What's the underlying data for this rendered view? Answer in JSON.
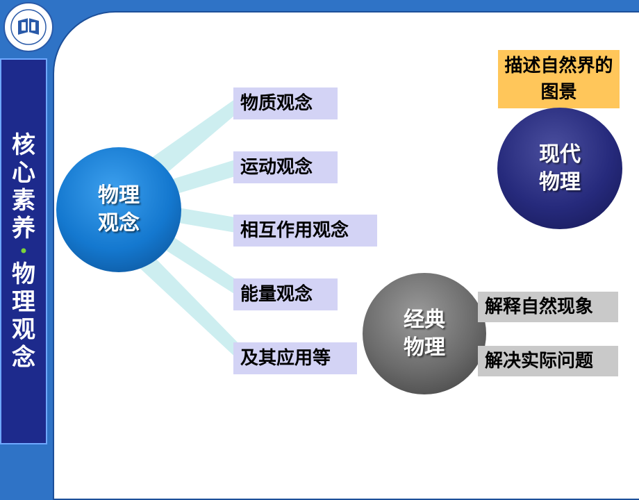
{
  "sidebar": {
    "title_top": "核心素养",
    "separator": "•",
    "title_bottom": "物理观念"
  },
  "concept_circle": {
    "line1": "物理",
    "line2": "观念"
  },
  "concepts": [
    "物质观念",
    "运动观念",
    "相互作用观念",
    "能量观念",
    "及其应用等"
  ],
  "modern_physics": {
    "note": "描述自然界的图景",
    "line1": "现代",
    "line2": "物理"
  },
  "classical_physics": {
    "line1": "经典",
    "line2": "物理",
    "notes": [
      "解释自然现象",
      "解决实际问题"
    ]
  },
  "colors": {
    "background": "#2f73c6",
    "sidebar": "#1d2a8c",
    "concept_circle": "#1478cf",
    "modern_circle": "#262a7c",
    "classical_circle": "#6a6a6a",
    "concept_label": "#d3d3f5",
    "note_label": "#c9c9c9",
    "highlight_label": "#ffc65a",
    "connector": "#cdeef0"
  }
}
